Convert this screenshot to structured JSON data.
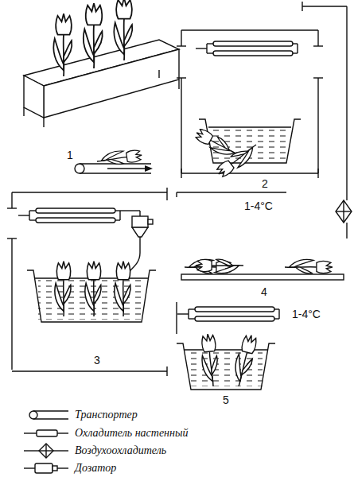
{
  "diagram": {
    "labels": [
      "1",
      "2",
      "1-4°C",
      "3",
      "4",
      "1-4°C",
      "5"
    ],
    "legend": [
      {
        "text": "Транспортер"
      },
      {
        "text": "Охладитель настенный"
      },
      {
        "text": "Воздухоохладитель"
      },
      {
        "text": "Дозатор"
      }
    ]
  }
}
